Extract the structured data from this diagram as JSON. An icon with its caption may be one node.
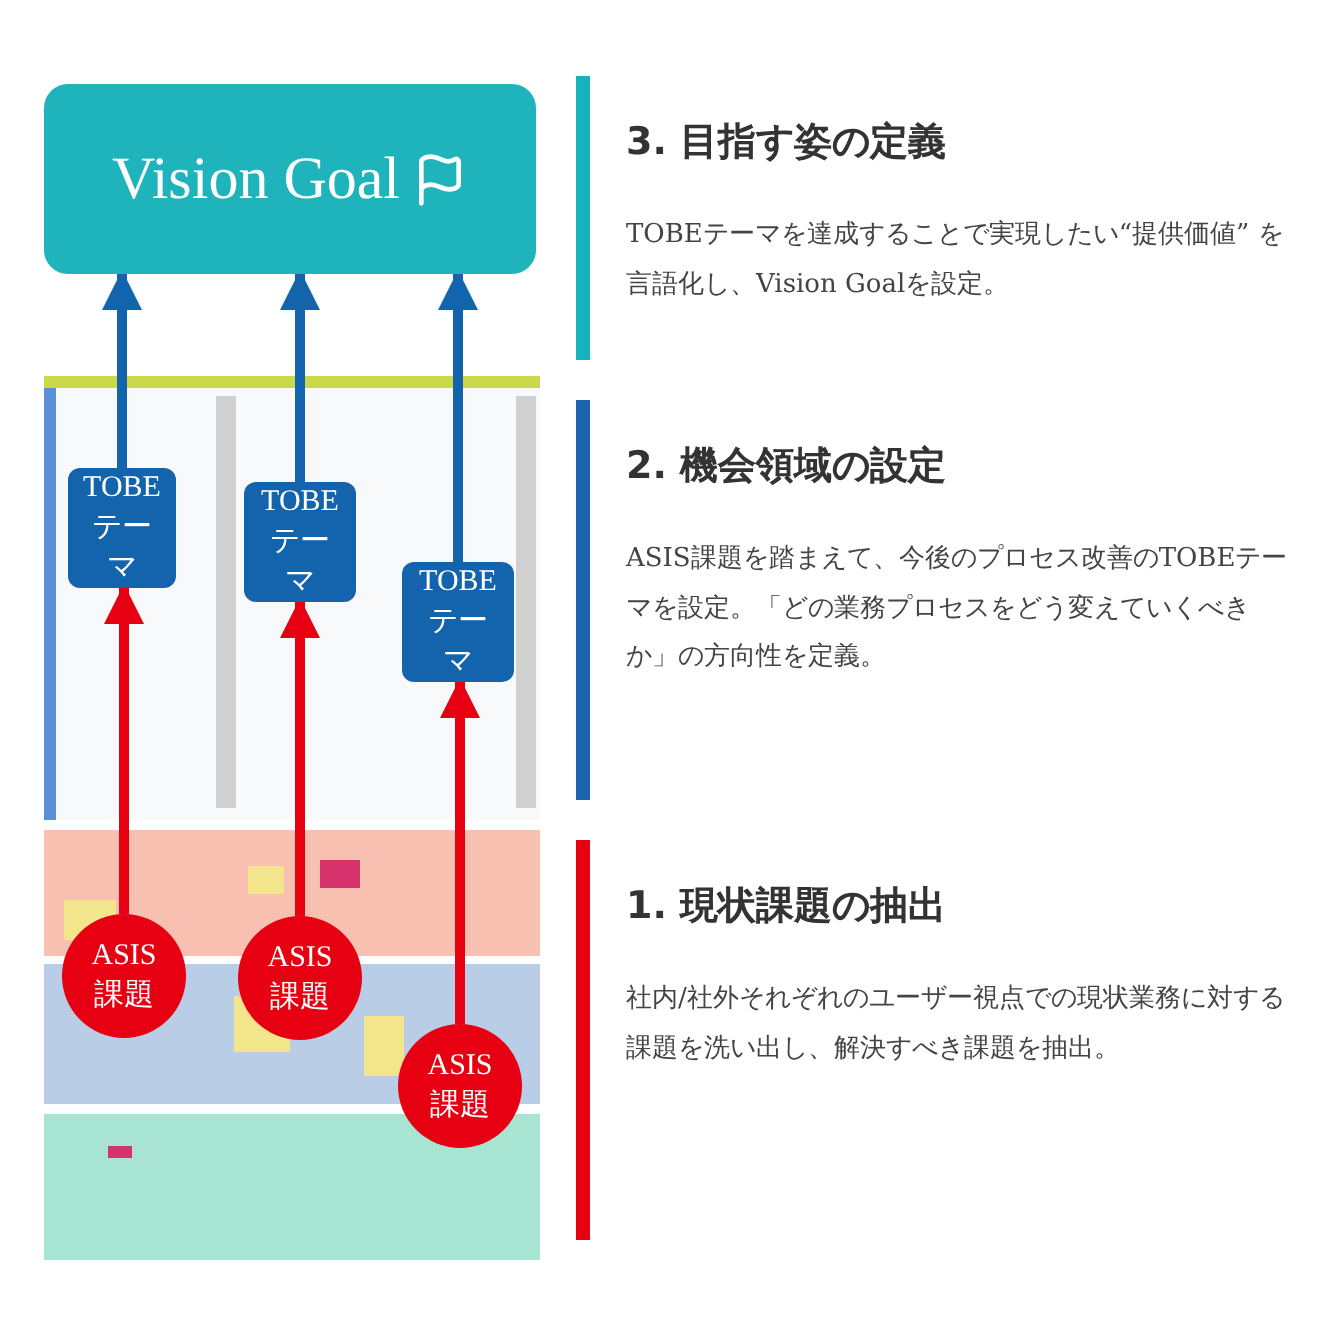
{
  "diagram": {
    "nodes": [
      {
        "text": [
          "Vision Goal"
        ]
      },
      {
        "text": [
          "TOBE テーマ"
        ]
      },
      {
        "text": [
          "TOBE テーマ"
        ]
      },
      {
        "text": [
          "TOBE テーマ"
        ]
      },
      {
        "text": [
          "ASIS 課題"
        ]
      },
      {
        "text": [
          "ASIS 課題"
        ]
      },
      {
        "text": [
          "ASIS 課題"
        ]
      },
      {
        "text": [
          "3. 目指す姿の定義",
          "TOBEテーマを達成することで実現したい“提供価値” を言語化し、Vision Goalを設定。"
        ]
      },
      {
        "text": [
          "2. 機会領域の設定",
          "ASIS課題を踏まえて、今後のプロセス改善のTOBEテーマを設定。「どの業務プロセスをどう変えていくべきか」の方向性を定義。"
        ]
      },
      {
        "text": [
          "1. 現状課題の抽出",
          "社内/社外それぞれのユーザー視点での現状業務に対する課題を洗い出し、解決すべき課題を抽出。"
        ]
      }
    ],
    "edges": [
      {
        "from": 4,
        "to": 1,
        "arrow": "to",
        "color": "#e60012"
      },
      {
        "from": 5,
        "to": 2,
        "arrow": "to",
        "color": "#e60012"
      },
      {
        "from": 6,
        "to": 3,
        "arrow": "to",
        "color": "#e60012"
      },
      {
        "from": 1,
        "to": 0,
        "arrow": "to",
        "color": "#1463ad"
      },
      {
        "from": 2,
        "to": 0,
        "arrow": "to",
        "color": "#1463ad"
      },
      {
        "from": 3,
        "to": 0,
        "arrow": "to",
        "color": "#1463ad"
      }
    ]
  }
}
